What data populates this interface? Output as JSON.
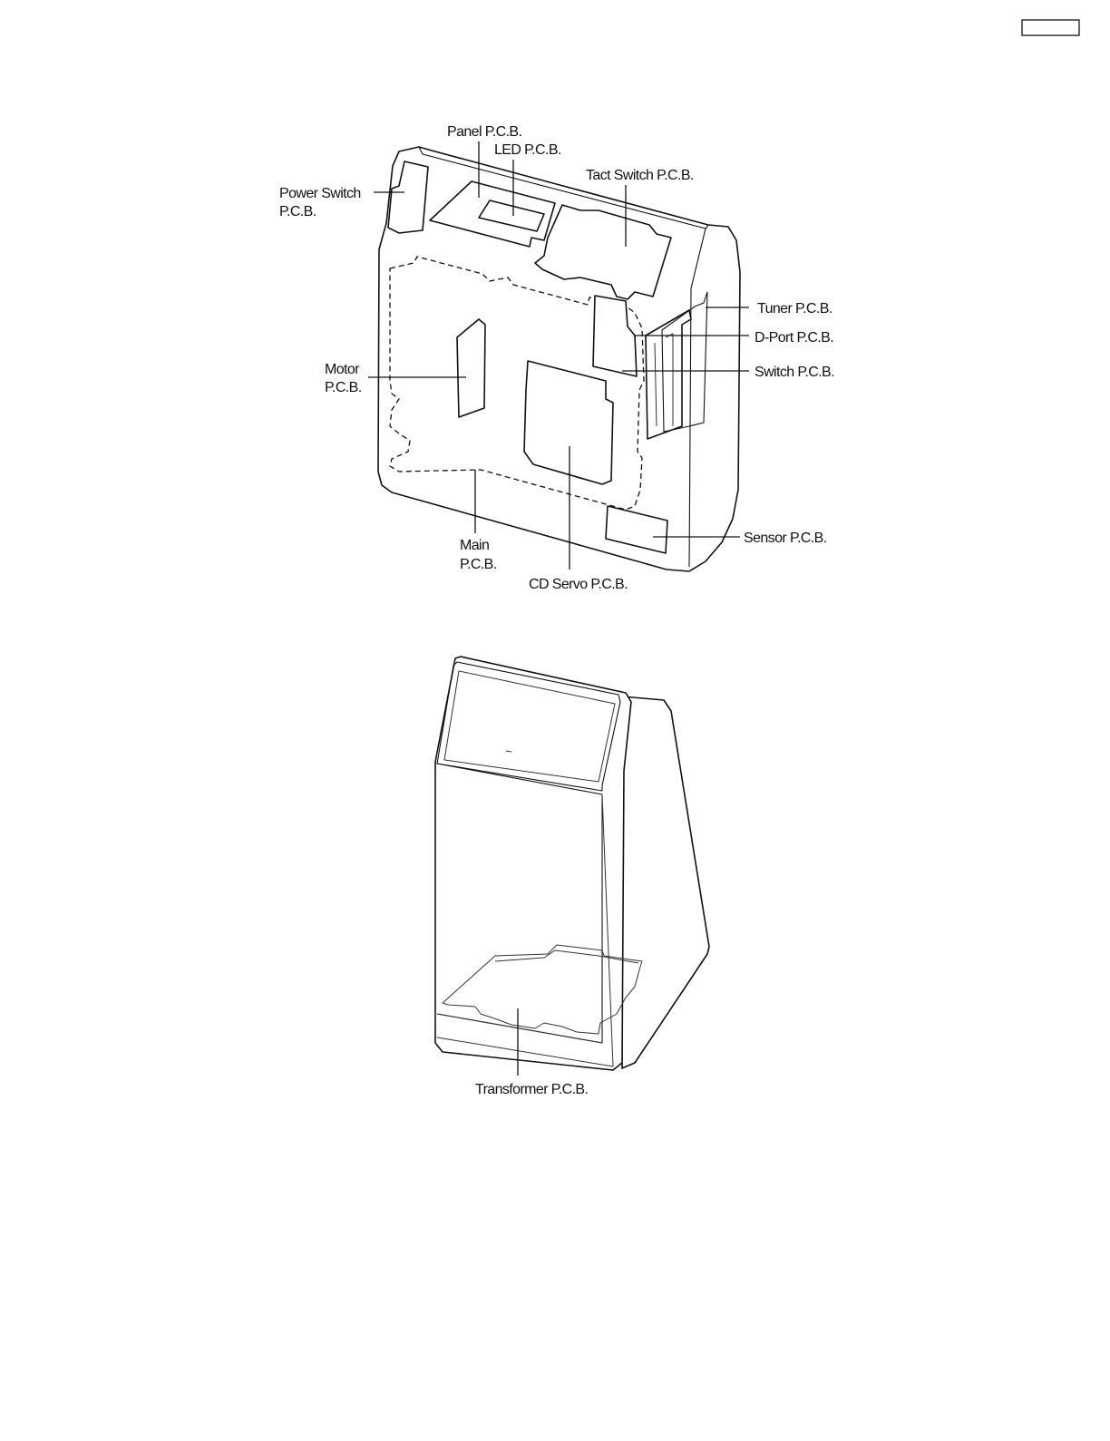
{
  "page_tag": {
    "text": ""
  },
  "diagram_top": {
    "labels": {
      "panel": "Panel P.C.B.",
      "led": "LED P.C.B.",
      "tact_switch": "Tact Switch P.C.B.",
      "power_switch_line1": "Power Switch",
      "power_switch_line2": "P.C.B.",
      "tuner": "Tuner P.C.B.",
      "dport": "D-Port P.C.B.",
      "switch": "Switch P.C.B.",
      "motor_line1": "Motor",
      "motor_line2": "P.C.B.",
      "sensor": "Sensor P.C.B.",
      "main_line1": "Main",
      "main_line2": "P.C.B.",
      "cd_servo": "CD Servo P.C.B."
    }
  },
  "diagram_bottom": {
    "labels": {
      "transformer": "Transformer P.C.B."
    }
  }
}
